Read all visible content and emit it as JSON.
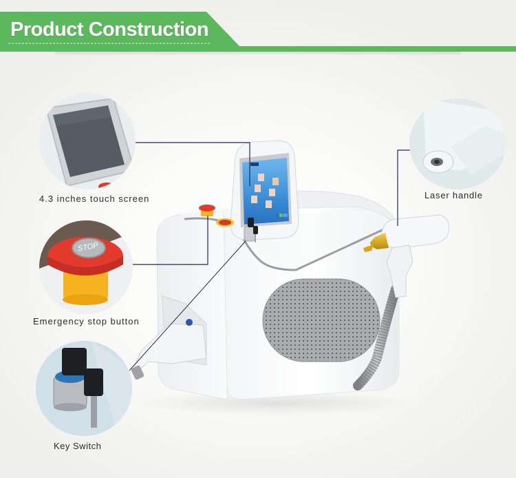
{
  "header": {
    "title": "Product Construction",
    "accent_color": "#5cb85c"
  },
  "callouts": [
    {
      "id": "touch-screen",
      "label": "4.3 inches touch screen"
    },
    {
      "id": "emergency-stop",
      "label": "Emergency stop button",
      "button_text": "STOP"
    },
    {
      "id": "key-switch",
      "label": "Key Switch"
    },
    {
      "id": "laser-handle",
      "label": "Laser handle"
    }
  ],
  "colors": {
    "leader_line": "#2a2450",
    "stop_red": "#e23b2e",
    "stop_yellow": "#f5b41f",
    "grille_grey": "#a9abae",
    "handle_gold": "#d9a514",
    "screen_blue": "#3a8fd6"
  }
}
